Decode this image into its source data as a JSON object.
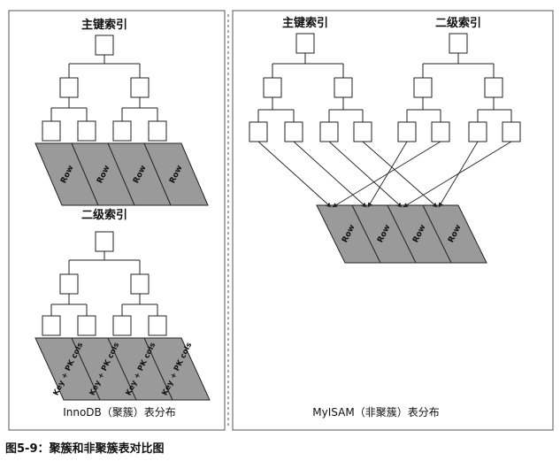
{
  "innodb": {
    "primary_title": "主键索引",
    "secondary_title": "二级索引",
    "row_label": "Row",
    "keypk_label": "Key + PK cols",
    "subtitle": "InnoDB（聚簇）表分布"
  },
  "myisam": {
    "primary_title": "主键索引",
    "secondary_title": "二级索引",
    "row_label": "Row",
    "subtitle": "MyISAM（非聚簇）表分布"
  },
  "caption": "图5-9：聚簇和非聚簇表对比图",
  "colors": {
    "line": "#222222",
    "node_fill": "#ffffff",
    "row_fill": "#9a9a9a",
    "frame": "#555555"
  }
}
